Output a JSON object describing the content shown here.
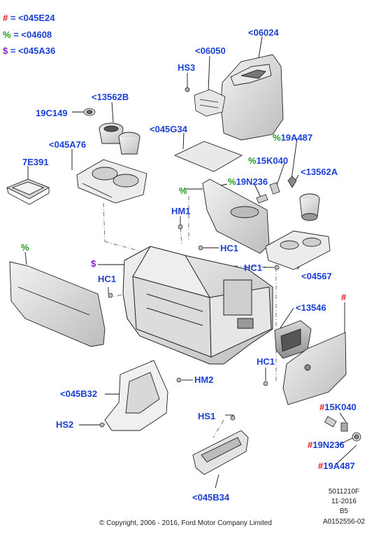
{
  "legend": [
    {
      "symbol": "#",
      "equals": "=",
      "value": "<045E24",
      "color": "#e01818"
    },
    {
      "symbol": "%",
      "equals": "=",
      "value": "<04608",
      "color": "#1a9a1a"
    },
    {
      "symbol": "$",
      "equals": "=",
      "value": "<045A36",
      "color": "#8a1ad0"
    }
  ],
  "callouts": {
    "c06024": "<06024",
    "c06050": "<06050",
    "hs3": "HS3",
    "c13562b": "<13562B",
    "c19c149": "19C149",
    "c045g34": "<045G34",
    "c19a487_pct": "19A487",
    "c045a76": "<045A76",
    "c15k040_pct": "15K040",
    "c7e391": "7E391",
    "c13562a": "<13562A",
    "c19n236_pct": "19N236",
    "hm1": "HM1",
    "hc1_a": "HC1",
    "hc1_b": "HC1",
    "c04567": "<04567",
    "hc1_c": "HC1",
    "c13546": "<13546",
    "hc1_d": "HC1",
    "hm2": "HM2",
    "c045b32": "<045B32",
    "c15k040_hash": "15K040",
    "hs1": "HS1",
    "hs2": "HS2",
    "c19n236_hash": "19N236",
    "c19a487_hash": "19A487",
    "c045b34": "<045B34"
  },
  "symbols": {
    "pct": "%",
    "hash": "#",
    "dollar": "$"
  },
  "meta": {
    "code": "5011210F",
    "date": "11-2016",
    "rev": "B5",
    "ref": "A0152556-02",
    "copyright": "© Copyright, 2006 - 2016, Ford Motor Company Limited"
  }
}
